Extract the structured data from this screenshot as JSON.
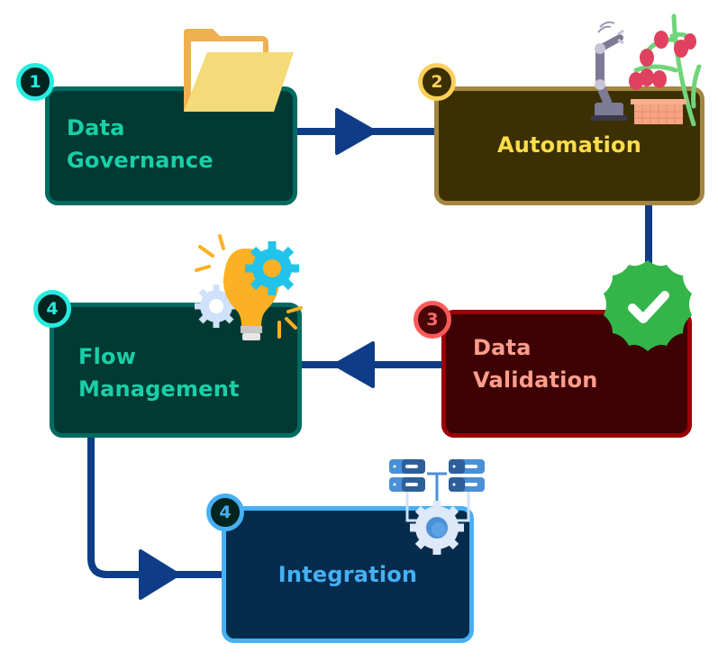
{
  "diagram": {
    "type": "process-flow",
    "connector_color": "#0f3c87",
    "steps": [
      {
        "number": "1",
        "title_lines": [
          "Data",
          "Governance"
        ],
        "icon": "folder-icon",
        "colors": {
          "fill": "#003a33",
          "border": "#006b60",
          "text": "#19cfa8",
          "badge": "#26ece0"
        }
      },
      {
        "number": "2",
        "title_lines": [
          "Automation"
        ],
        "icon": "robot-arm-harvest-icon",
        "colors": {
          "fill": "#3c3002",
          "border": "#a38640",
          "text": "#ffdd4a",
          "badge": "#ffd05c"
        }
      },
      {
        "number": "3",
        "title_lines": [
          "Data",
          "Validation"
        ],
        "icon": "check-badge-icon",
        "colors": {
          "fill": "#3d0003",
          "border": "#990007",
          "text": "#ff9e8c",
          "badge": "#ff5a5a"
        }
      },
      {
        "number": "4",
        "title_lines": [
          "Flow",
          "Management"
        ],
        "icon": "lightbulb-gears-icon",
        "colors": {
          "fill": "#003a33",
          "border": "#006b60",
          "text": "#19cfa8",
          "badge": "#26ece0"
        }
      },
      {
        "number": "4",
        "title_lines": [
          "Integration"
        ],
        "icon": "server-gear-icon",
        "colors": {
          "fill": "#052c4d",
          "border": "#46b0f5",
          "text": "#46b0f5",
          "badge": "#46b0f5"
        }
      }
    ],
    "connections": [
      {
        "from": "Data Governance",
        "to": "Automation",
        "arrow": "right"
      },
      {
        "from": "Automation",
        "to": "Data Validation",
        "arrow": "none"
      },
      {
        "from": "Data Validation",
        "to": "Flow Management",
        "arrow": "left"
      },
      {
        "from": "Flow Management",
        "to": "Integration",
        "arrow": "right"
      }
    ]
  }
}
